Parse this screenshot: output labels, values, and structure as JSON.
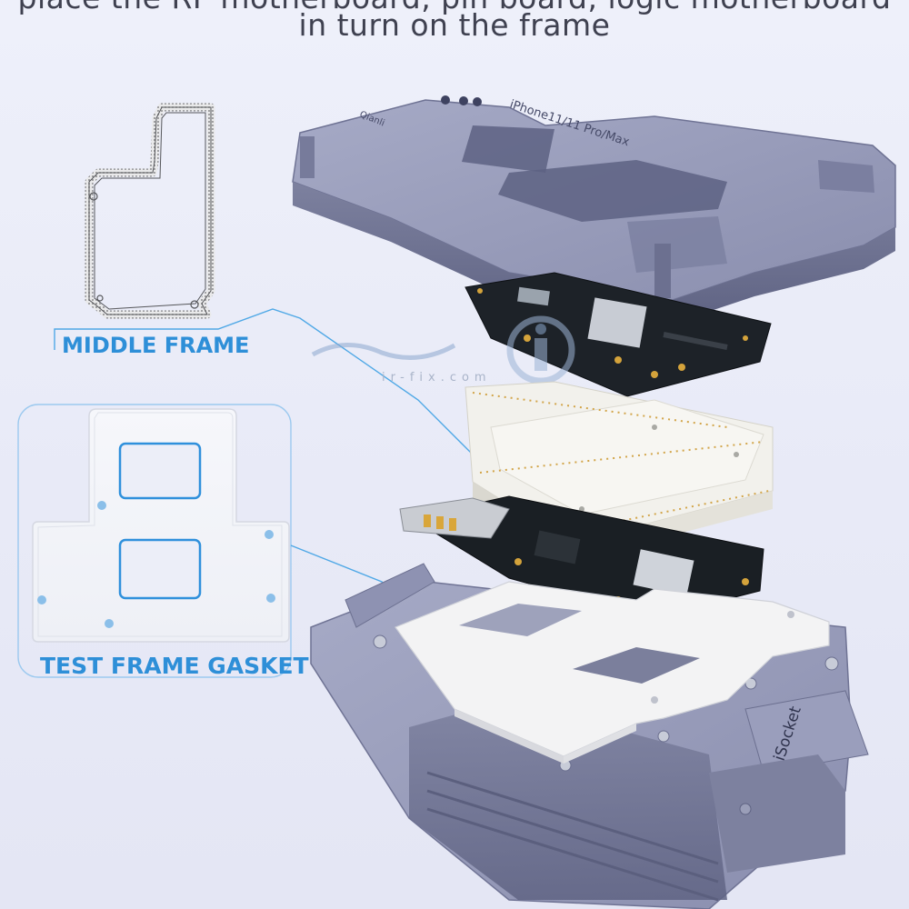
{
  "caption": {
    "line1": "place the RF motherboard, pin board, logic motherboard",
    "line2": "in turn on the frame"
  },
  "labels": {
    "middle_frame": "MIDDLE FRAME",
    "test_frame_gasket": "TEST FRAME GASKET"
  },
  "engravings": {
    "top_frame_model": "iPhone11/11 Pro/Max",
    "top_frame_brand": "Qianli",
    "base_brand": "iSocket"
  },
  "watermark": {
    "text": "ir-fix.com"
  },
  "colors": {
    "background": "#eceef9",
    "label_blue": "#2e8fd8",
    "caption_text": "#3f4150",
    "metal": "#8f93b3",
    "metal_dark": "#6f7394",
    "pcb": "#1d2228",
    "pin_board": "#f2f1ec",
    "gasket": "#f3f3f4",
    "leader_line": "#4fa8e6"
  }
}
